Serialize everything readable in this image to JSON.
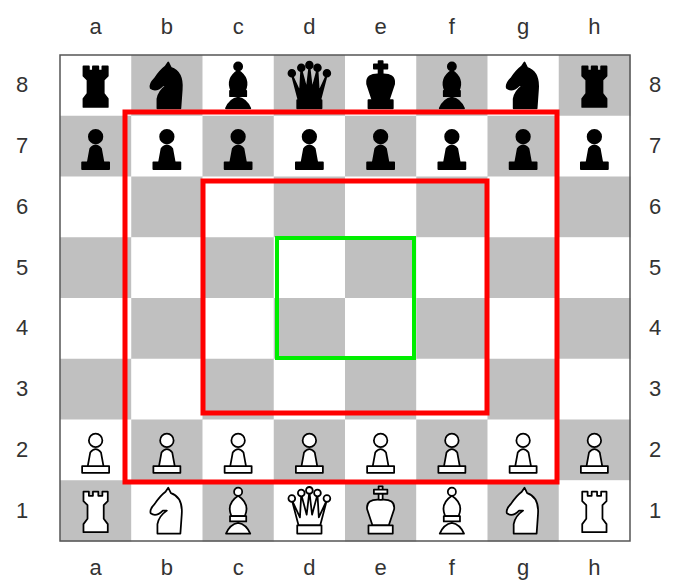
{
  "diagram": {
    "labels": [
      "a",
      "b",
      "c",
      "d",
      "e",
      "f",
      "g",
      "h",
      "8",
      "8",
      "7",
      "7",
      "6",
      "6",
      "5",
      "5",
      "4",
      "4",
      "3",
      "3",
      "2",
      "2",
      "1",
      "1",
      "a",
      "b",
      "c",
      "d",
      "e",
      "f",
      "g",
      "h"
    ]
  }
}
